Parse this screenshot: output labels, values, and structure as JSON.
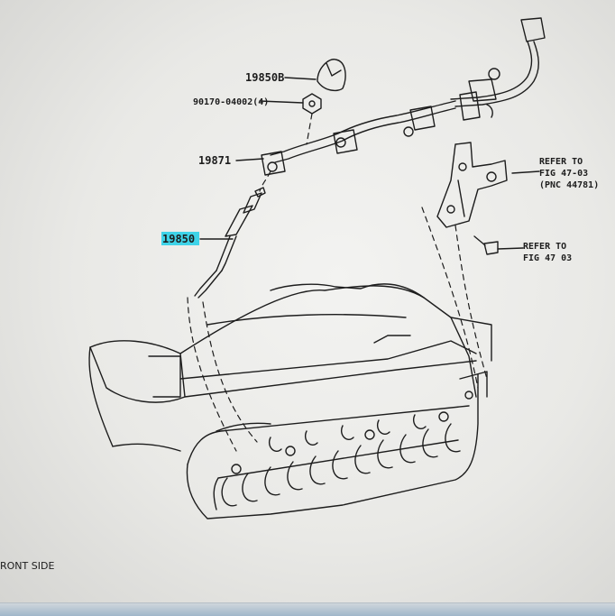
{
  "callouts": {
    "c19850b": "19850B",
    "c90170": "90170-04002(4)",
    "c19871": "19871",
    "c19850": "19850"
  },
  "references": {
    "ref1_line1": "REFER TO",
    "ref1_line2": "FIG 47-03",
    "ref1_line3": "(PNC 44781)",
    "ref2_line1": "REFER TO",
    "ref2_line2": "FIG 47 03"
  },
  "front_side": "RONT SIDE",
  "colors": {
    "highlight": "#3fd3e8",
    "ink": "#1d1d1d"
  }
}
